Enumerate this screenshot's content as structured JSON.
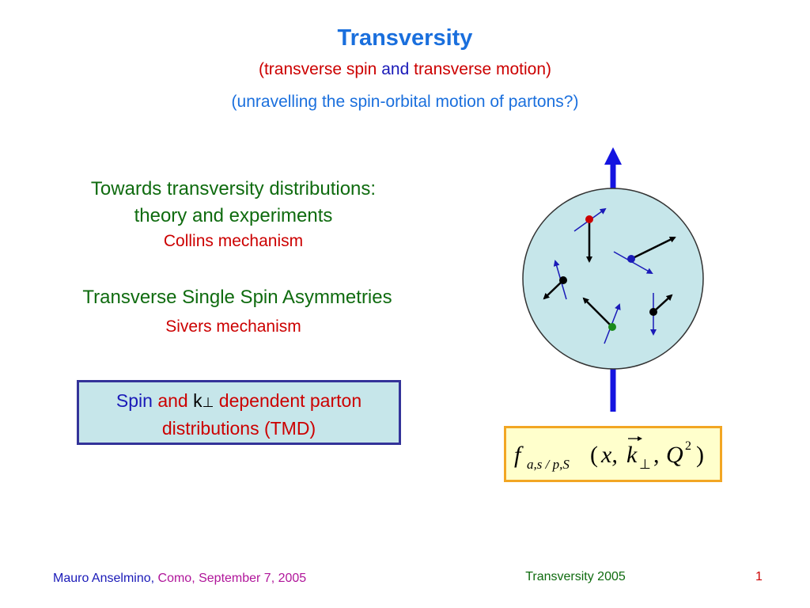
{
  "slide": {
    "title": "Transversity",
    "subtitle1": {
      "open": "(",
      "part1": "transverse spin",
      "part2": "and",
      "part3": "transverse motion",
      "close": ")"
    },
    "subtitle2": "(unravelling the spin-orbital motion of partons?)",
    "section1": {
      "heading_line1": "Towards transversity distributions:",
      "heading_line2": "theory and experiments",
      "mechanism": "Collins mechanism"
    },
    "section2": {
      "heading": "Transverse Single Spin Asymmetries",
      "mechanism": "Sivers mechanism"
    },
    "tmd_box": {
      "word_spin": "Spin",
      "word_and": "and",
      "k": "k",
      "perp": "⊥",
      "rest_line1": "dependent parton",
      "line2": "distributions (TMD)"
    },
    "formula": {
      "f": "f",
      "subscript": "a,s / p,S",
      "open": "(",
      "x": "x,",
      "k": "k",
      "perp": "⊥",
      "comma": ",",
      "Q": "Q",
      "exp": "2",
      "close": ")"
    },
    "footer": {
      "author": "Mauro Anselmino,",
      "place": "Como,",
      "date": "September 7, 2005",
      "center": "Transversity 2005",
      "page": "1"
    }
  },
  "colors": {
    "title_blue": "#1a6fdd",
    "red": "#cc0000",
    "green": "#0f6b0f",
    "navy": "#1a1ab8",
    "proton_fill": "#c6e6ea",
    "formula_bg": "#ffffcc",
    "formula_border": "#f2a623"
  },
  "icons": [
    "proton-spin-diagram",
    "spin-arrow-icon"
  ]
}
